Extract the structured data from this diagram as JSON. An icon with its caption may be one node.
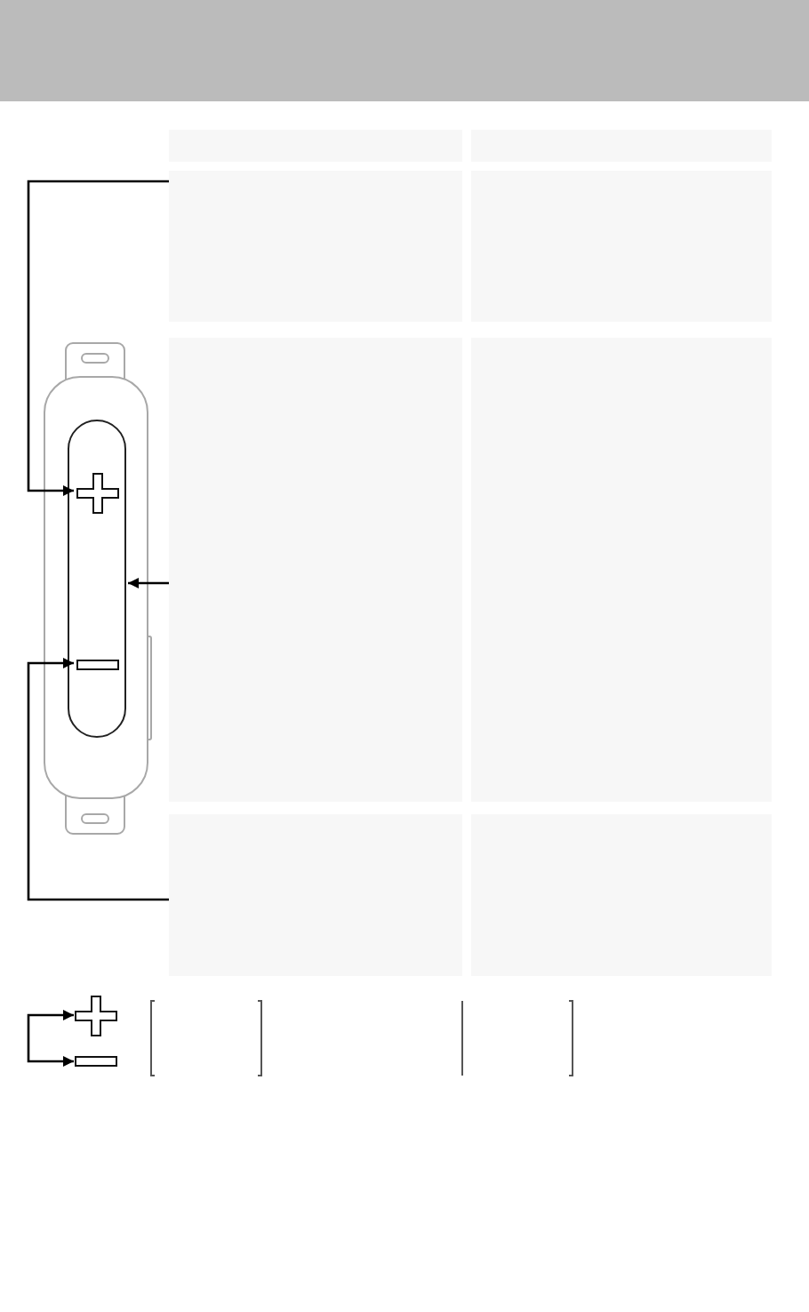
{
  "diagram": {
    "nodes": [
      {
        "text": [],
        "shape": "box"
      },
      {
        "text": [],
        "shape": "box"
      },
      {
        "text": [],
        "shape": "box"
      },
      {
        "text": [],
        "shape": "box"
      },
      {
        "text": [],
        "shape": "box"
      },
      {
        "text": [],
        "shape": "box"
      },
      {
        "text": [],
        "shape": "box"
      },
      {
        "text": [],
        "shape": "box"
      },
      {
        "text": [],
        "shape": "stadium"
      },
      {
        "text": [],
        "shape": "cross",
        "in": 8
      },
      {
        "text": [],
        "shape": "bar",
        "in": 8
      },
      {
        "text": [],
        "shape": "cross"
      },
      {
        "text": [],
        "shape": "bar"
      }
    ],
    "edges": [
      {
        "from": 2,
        "to": 9,
        "arrow": "to"
      },
      {
        "from": 4,
        "to": 8,
        "arrow": "to"
      },
      {
        "from": 6,
        "to": 10,
        "arrow": "to"
      },
      {
        "from": null,
        "to": 11,
        "arrow": "to"
      },
      {
        "from": null,
        "to": 12,
        "arrow": "to"
      }
    ]
  }
}
